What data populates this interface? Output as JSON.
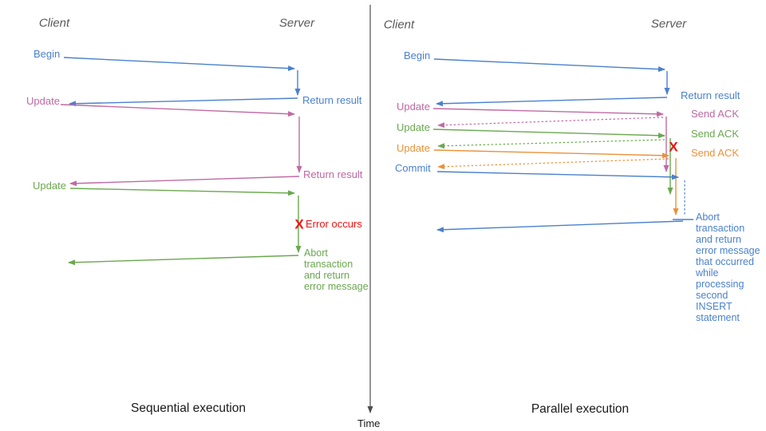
{
  "colors": {
    "blue": "#4a81cc",
    "pink": "#c06ba4",
    "green": "#6aa84f",
    "orange": "#e8923a",
    "red": "#ee1111",
    "header_gray": "#595959",
    "caption_black": "#1a1a1a",
    "axis_gray": "#4d4d4d"
  },
  "left": {
    "client_header": "Client",
    "server_header": "Server",
    "caption": "Sequential execution",
    "begin_label": "Begin",
    "return_result_1": "Return result",
    "update_1": "Update",
    "return_result_2": "Return result",
    "update_2": "Update",
    "error_mark": "X",
    "error_label": "Error occurs",
    "abort_lines": [
      "Abort",
      "transaction",
      "and return",
      "error message"
    ]
  },
  "right": {
    "client_header": "Client",
    "server_header": "Server",
    "caption": "Parallel execution",
    "begin_label": "Begin",
    "return_result": "Return result",
    "update_1": "Update",
    "send_ack_1": "Send ACK",
    "update_2": "Update",
    "send_ack_2": "Send ACK",
    "update_3": "Update",
    "send_ack_3": "Send ACK",
    "commit_label": "Commit",
    "error_mark": "X",
    "abort_lines": [
      "Abort",
      "transaction",
      "and return",
      "error message",
      "that occurred",
      "while",
      "processing",
      "second",
      "INSERT",
      "statement"
    ]
  },
  "time_axis": {
    "label": "Time"
  }
}
